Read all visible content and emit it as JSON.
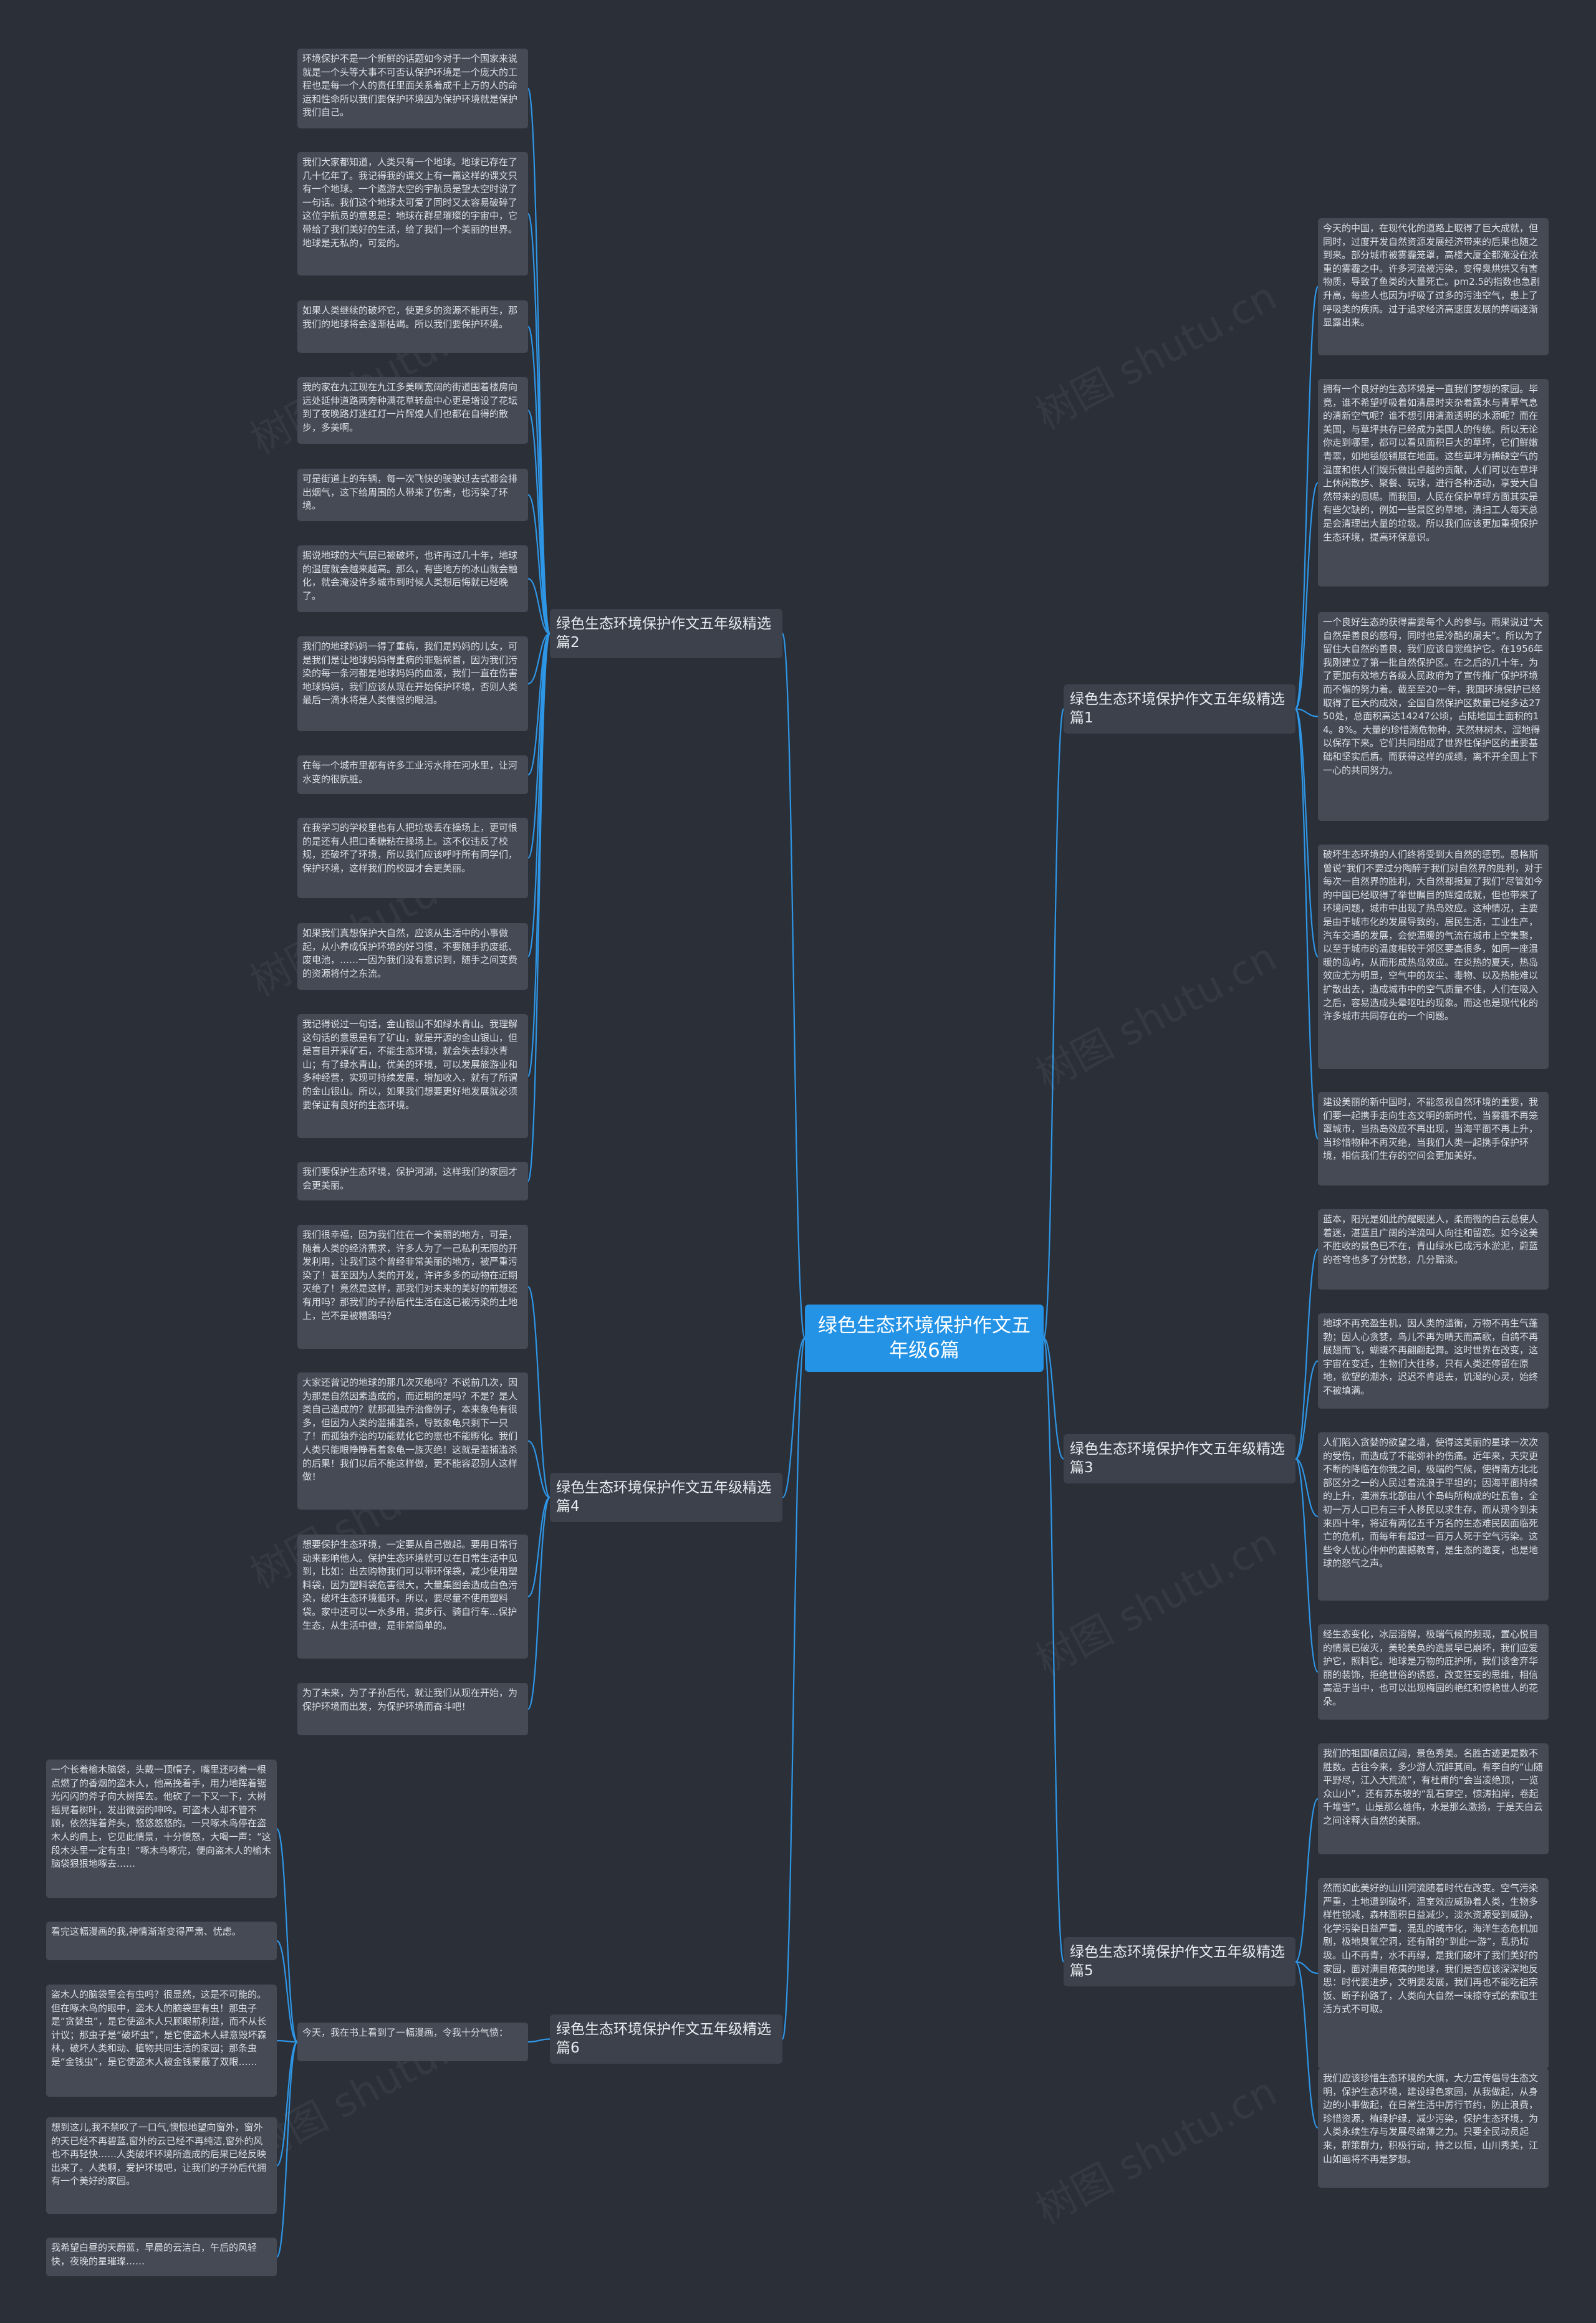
{
  "colors": {
    "background": "#2b2f38",
    "root_fill": "#2493e6",
    "branch_fill": "#3c414c",
    "leaf_fill": "#454a55",
    "connector": "#2e96e6"
  },
  "watermark": "树图 shutu.cn",
  "root": {
    "label": "绿色生态环境保护作文五年级6篇"
  },
  "branches": [
    {
      "label": "绿色生态环境保护作文五年级精选篇1",
      "leaves": [
        "今天的中国，在现代化的道路上取得了巨大成就，但同时，过度开发自然资源发展经济带来的后果也随之到来。部分城市被雾霾笼罩，高楼大厦全都淹没在浓重的雾霾之中。许多河流被污染，变得臭烘烘又有害物质，导致了鱼类的大量死亡。pm2.5的指数也急剧升高，每些人也因为呼吸了过多的污浊空气，患上了呼吸类的疾病。过于追求经济高速度发展的弊端逐渐显露出来。",
        "拥有一个良好的生态环境是一直我们梦想的家园。毕竟，谁不希望呼吸着如清晨时夹杂着露水与青草气息的清新空气呢？谁不想引用清澈透明的水源呢？而在美国，与草坪共存已经成为美国人的传统。所以无论你走到哪里，都可以看见面积巨大的草坪，它们鲜嫩青翠，如地毯般铺展在地面。这些草坪为稀缺空气的温度和供人们娱乐做出卓越的贡献，人们可以在草坪上休闲散步、聚餐、玩球，进行各种活动，享受大自然带来的恩赐。而我国，人民在保护草坪方面其实是有些欠缺的，例如一些景区的草地，清扫工人每天总是会清理出大量的垃圾。所以我们应该更加重视保护生态环境，提高环保意识。",
        "一个良好生态的获得需要每个人的参与。雨果说过“大自然是善良的慈母，同时也是冷酷的屠夫”。所以为了留住大自然的善良，我们应该自觉维护它。在1956年我刚建立了第一批自然保护区。在之后的几十年，为了更加有效地方各级人民政府为了宣传推广保护环境而不懈的努力着。截至至20一年，我国环境保护已经取得了巨大的成效，全国自然保护区数量已经多达2750处，总面积高达14247公顷，占陆地国土面积的14。8%。大量的珍惜濒危物种，天然林树木，湿地得以保存下来。它们共同组成了世界性保护区的重要基础和坚实后盾。而获得这样的成绩，离不开全国上下一心的共同努力。",
        "破坏生态环境的人们终将受到大自然的惩罚。恩格斯曾说“我们不要过分陶醉于我们对自然界的胜利，对于每次一自然界的胜利，大自然都报复了我们”尽管如今的中国已经取得了举世瞩目的辉煌成就，但也带来了环境问题，城市中出现了热岛效应。这种情况，主要是由于城市化的发展导致的，居民生活，工业生产，汽车交通的发展，会使温暖的气流在城市上空集聚，以至于城市的温度相较于郊区要高很多，如同一座温暖的岛屿，从而形成热岛效应。在炎热的夏天，热岛效应尤为明显，空气中的灰尘、毒物、以及热能难以扩散出去，造成城市中的空气质量不佳，人们在吸入之后，容易造成头晕呕吐的现象。而这也是现代化的许多城市共同存在的一个问题。",
        "建设美丽的新中国时，不能忽视自然环境的重要，我们要一起携手走向生态文明的新时代，当雾霾不再笼罩城市，当热岛效应不再出现，当海平面不再上升，当珍惜物种不再灭绝，当我们人类一起携手保护环境，相信我们生存的空间会更加美好。"
      ]
    },
    {
      "label": "绿色生态环境保护作文五年级精选篇2",
      "leaves": [
        "环境保护不是一个新鲜的话题如今对于一个国家来说就是一个头等大事不可否认保护环境是一个庞大的工程也是每一个人的责任里面关系着成千上万的人的命运和性命所以我们要保护环境因为保护环境就是保护我们自己。",
        "我们大家都知道，人类只有一个地球。地球已存在了几十亿年了。我记得我的课文上有一篇这样的课文只有一个地球。一个遨游太空的宇航员是望太空时说了一句话。我们这个地球太可爱了同时又太容易破碎了这位宇航员的意思是：地球在群星璀璨的宇宙中，它带给了我们美好的生活，给了我们一个美丽的世界。地球是无私的，可爱的。",
        "如果人类继续的破坏它，使更多的资源不能再生，那我们的地球将会逐渐枯竭。所以我们要保护环境。",
        "我的家在九江现在九江多美啊宽阔的街道围着楼房向远处延伸道路两旁种满花草转盘中心更是增设了花坛到了夜晚路灯迷红灯一片辉煌人们也都在自得的散步，多美啊。",
        "可是街道上的车辆，每一次飞快的驶驶过去式都会排出烟气，这下给周围的人带来了伤害，也污染了环境。",
        "据说地球的大气层已被破坏，也许再过几十年，地球的温度就会越来越高。那么，有些地方的冰山就会融化，就会淹没许多城市到时候人类想后悔就已经晚了。",
        "我们的地球妈妈一得了重病，我们是妈妈的儿女，可是我们是让地球妈妈得重病的罪魁祸首，因为我们污染的每一条河都是地球妈妈的血液，我们一直在伤害地球妈妈，我们应该从现在开始保护环境，否则人类最后一滴水将是人类懊恨的眼泪。",
        "在每一个城市里都有许多工业污水排在河水里，让河水变的很肮脏。",
        "在我学习的学校里也有人把垃圾丢在操场上，更可恨的是还有人把口香糖粘在操场上。这不仅违反了校规，还破坏了环境，所以我们应该呼吁所有同学们，保护环境，这样我们的校园才会更美丽。",
        "如果我们真想保护大自然，应该从生活中的小事做起，从小养成保护环境的好习惯，不要随手扔废纸、废电池，……一因为我们没有意识到，随手之间变费的资源将付之东流。",
        "我记得说过一句话，金山银山不如绿水青山。我理解这句话的意思是有了矿山，就是开源的金山银山，但是盲目开采矿石，不能生态环境，就会失去绿水青山；有了绿水青山，优美的环境，可以发展旅游业和多种经营，实现可持续发展，增加收入，就有了所谓的金山银山。所以，如果我们想要更好地发展就必须要保证有良好的生态环境。",
        "我们要保护生态环境，保护河湖，这样我们的家园才会更美丽。"
      ]
    },
    {
      "label": "绿色生态环境保护作文五年级精选篇3",
      "leaves": [
        "蓝本，阳光是如此的耀眼迷人，柔而微的白云总使人着迷，湛蓝且广阔的洋流叫人向往和留恋。如今这美不胜收的景色已不在，青山绿水已成污水淤泥，蔚蓝的苍穹也多了分忧愁，几分黯淡。",
        "地球不再充盈生机，因人类的滥衡，万物不再生气蓬勃；因人心贪婪，鸟儿不再为晴天而高歌，白鸽不再展翅而飞，蝴蝶不再翩翩起舞。这时世界在改变，这宇宙在变迁，生物们大往移，只有人类还停留在原地，欲望的潮水，迟迟不肯退去，饥渴的心灵，始终不被填满。",
        "人们陷入贪婪的欲望之墙，使得这美丽的星球一次次的受伤，而造成了不能弥补的伤痛。近年来，天灾更不断的降临在你我之间，极端的气候，使得南方北北部区分之一的人民过着流浪于平坦的；因海平面持续的上升，澳洲东北部由八个岛屿所构成的吐瓦鲁，全初一万人口已有三千人移民以求生存，而从现今到未来四十年，将近有两亿五千万名的生态难民因面临死亡的危机，而每年有超过一百万人死于空气污染。这些令人忧心仲仲的震撼教育，是生态的邀变，也是地球的怒气之声。",
        "经生态变化，冰层溶解，极端气候的频现，置心悦目的情景已破灭，美轮美奂的造景早已崩坏，我们应爱护它，照料它。地球是万物的庇护所，我们该舍弃华丽的装饰，拒绝世俗的诱惑，改变狂妄的思维，相信高温于当中，也可以出现梅园的艳红和惊艳世人的花朵。"
      ]
    },
    {
      "label": "绿色生态环境保护作文五年级精选篇4",
      "leaves": [
        "我们很幸福，因为我们住在一个美丽的地方，可是，随着人类的经济需求，许多人为了一己私利无限的开发利用，让我们这个曾经非常美丽的地方，被严重污染了！甚至因为人类的开发，许许多多的动物在近期灭绝了！竟然是这样，那我们对未来的美好的前想还有用吗？那我们的子孙后代生活在这已被污染的土地上，岂不是被糟蹋吗？",
        "大家还曾记的地球的那几次灭绝吗？不说前几次，因为那是自然因素造成的，而近期的是吗？不是？是人类自己造成的？就那孤独乔治像例子，本来象龟有很多，但因为人类的滥捕滥杀，导致象龟只剩下一只了！而孤独乔治的功能就化它的崽也不能孵化。我们人类只能眼睁睁看着象龟一族灭绝！这就是滥捕滥杀的后果！我们以后不能这样做，更不能容忍别人这样做！",
        "想要保护生态环境，一定要从自己做起。要用日常行动来影响他人。保护生态环境就可以在日常生活中见到，比如：出去购物我们可以带环保袋，减少使用塑料袋，因为塑料袋危害很大，大量集图会造成白色污染，破坏生态环境循环。所以，要尽量不使用塑料袋。家中还可以一水多用，搞步行、骑自行车...保护生态，从生活中做，是非常简单的。",
        "为了未来，为了子孙后代，就让我们从现在开始，为保护环境而出发，为保护环境而奋斗吧！"
      ]
    },
    {
      "label": "绿色生态环境保护作文五年级精选篇5",
      "leaves": [
        "我们的祖国幅员辽阔，景色秀美。名胜古迹更是数不胜数。古往今来，多少游人沉醉其间。有李白的“山随平野尽，江入大荒流”，有杜甫的“会当凌绝顶，一览众山小”，还有苏东坡的“乱石穿空，惊涛拍岸，卷起千堆雪”。山是那么雄伟，水是那么激扬，于是天白云之间诠释大自然的美丽。",
        "然而如此美好的山川河流随着时代在改变。空气污染严重，土地遭到破坏，温室效应威胁着人类，生物多样性锐减，森林面积日益减少，淡水资源受到威胁，化学污染日益严重，混乱的城市化，海洋生态危机加剧，极地臭氧空洞，还有耐的“到此一游”，乱扔垃圾。山不再青，水不再绿，是我们破坏了我们美好的家园，面对满目疮痍的地球，我们是否应该深深地反思：时代要进步，文明要发展，我们再也不能吃祖宗饭、断子孙路了，人类向大自然一味掠夺式的索取生活方式不可取。",
        "我们应该珍惜生态环境的大旗，大力宣传倡导生态文明，保护生态环境，建设绿色家园，从我做起，从身边的小事做起，在日常生活中厉行节约，防止浪费，珍惜资源，植绿护绿，减少污染，保护生态环境，为人类永续生存与发展尽绵薄之力。只要全民动员起来，群策群力，积极行动，持之以恒，山川秀美，江山如画将不再是梦想。"
      ]
    },
    {
      "label": "绿色生态环境保护作文五年级精选篇6",
      "intro": "今天，我在书上看到了一幅漫画，令我十分气愤：",
      "leaves": [
        "一个长着榆木脑袋，头戴一顶帽子，嘴里还叼着一根点燃了的香烟的盗木人，他高挽着手，用力地挥着锯光闪闪的斧子向大树挥去。他砍了一下又一下，大树摇晃着树叶，发出微弱的呻吟。可盗木人却不管不顾，依然挥着斧头，悠悠悠悠的。一只啄木鸟停在盗木人的肩上，它见此情景，十分愤怒，大喝一声：“这段木头里一定有虫！”啄木鸟啄完，便向盗木人的榆木脑袋狠狠地啄去……",
        "看完这幅漫画的我,神情渐渐变得严肃、忧虑。",
        "盗木人的脑袋里会有虫吗？很显然，这是不可能的。但在啄木鸟的眼中，盗木人的脑袋里有虫！那虫子是“贪婪虫”，是它使盗木人只顾眼前利益，而不从长计议；那虫子是“破坏虫”，是它使盗木人肆意毁坏森林，破坏人类和动、植物共同生活的家园；那条虫是“金钱虫”，是它使盗木人被金钱蒙蔽了双眼……",
        "想到这儿,我不禁叹了一口气,懊恨地望向窗外，窗外的天已经不再碧蓝,窗外的云已经不再纯洁,窗外的风也不再轻快……人类破坏环境所造成的后果已经反映出来了。人类啊，爱护环境吧，让我们的子孙后代拥有一个美好的家园。",
        "我希望白昼的天蔚蓝，早晨的云洁白，午后的风轻快，夜晚的星璀璨……"
      ]
    }
  ]
}
